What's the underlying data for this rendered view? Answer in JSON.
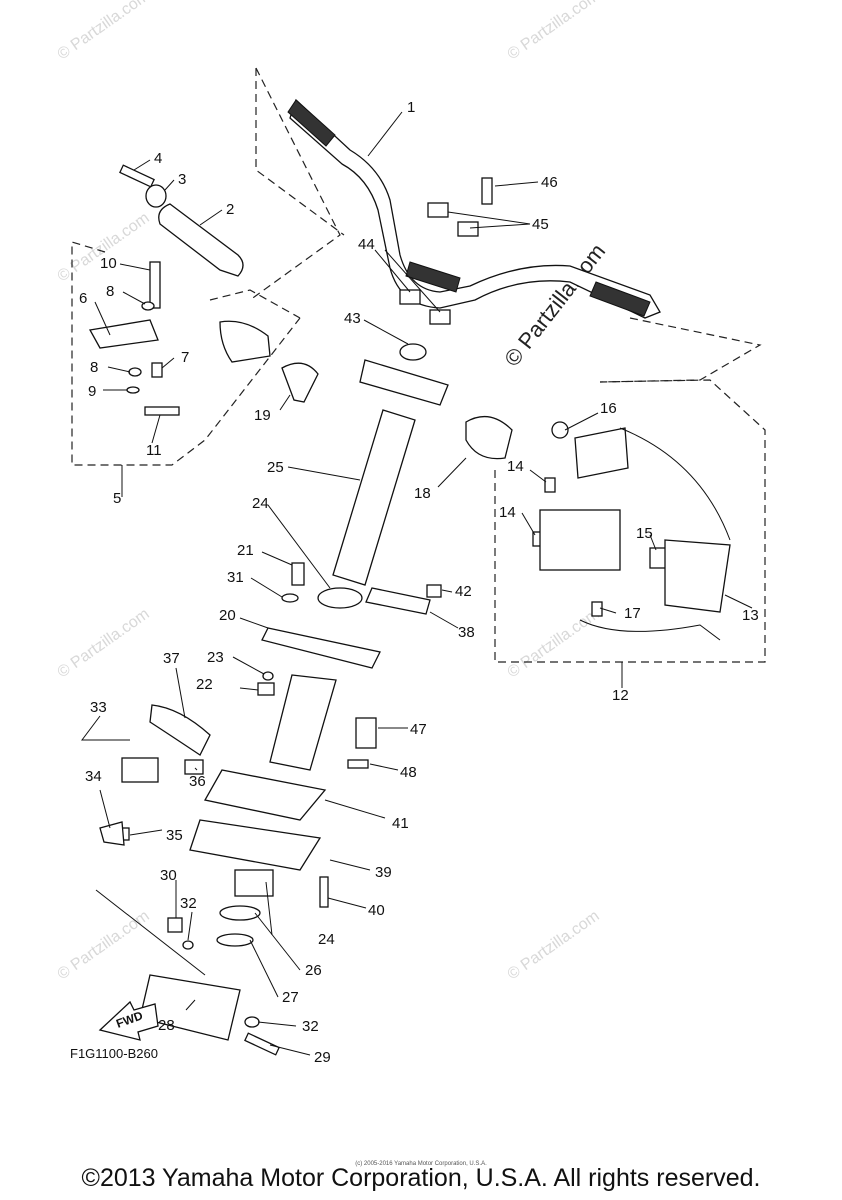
{
  "diagram": {
    "drawing_code": "F1G1100-B260",
    "fwd_label": "FWD",
    "callouts": [
      "1",
      "2",
      "3",
      "4",
      "5",
      "6",
      "7",
      "8",
      "8",
      "9",
      "10",
      "11",
      "12",
      "13",
      "14",
      "14",
      "15",
      "16",
      "17",
      "18",
      "19",
      "20",
      "21",
      "22",
      "23",
      "24",
      "24",
      "25",
      "26",
      "27",
      "28",
      "29",
      "30",
      "31",
      "32",
      "32",
      "33",
      "34",
      "35",
      "36",
      "37",
      "38",
      "39",
      "40",
      "41",
      "42",
      "43",
      "44",
      "45",
      "46",
      "47",
      "48"
    ]
  },
  "watermarks": {
    "small": "© Partzilla.com",
    "large": "© Partzilla.com"
  },
  "footer": {
    "fine_print": "(c) 2005-2016 Yamaha Motor Corporation, U.S.A.",
    "copyright": "©2013 Yamaha Motor Corporation, U.S.A. All rights reserved."
  }
}
